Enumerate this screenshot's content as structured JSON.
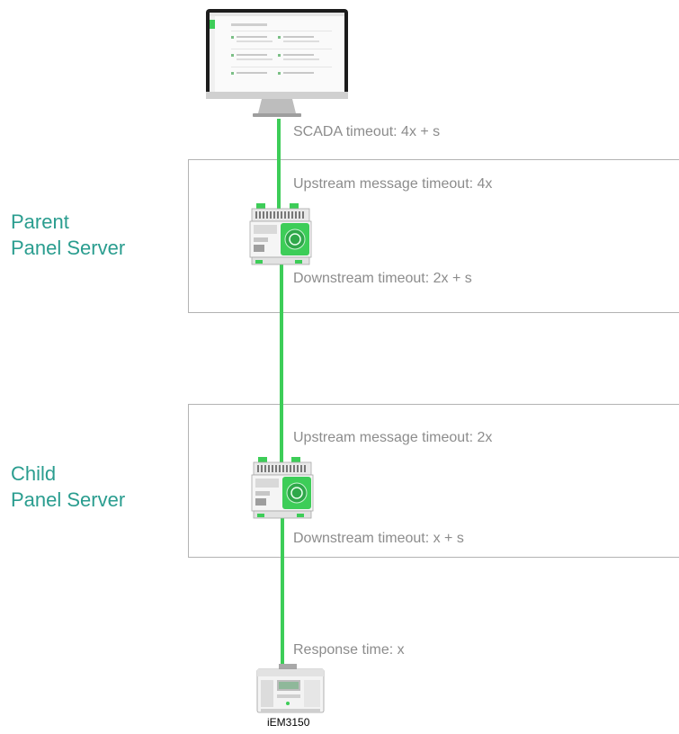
{
  "workstation": {
    "icon": "monitor-icon",
    "scada_timeout": "SCADA timeout: 4x + s"
  },
  "parent": {
    "title_line1": "Parent",
    "title_line2": "Panel Server",
    "upstream": "Upstream message timeout: 4x",
    "downstream": "Downstream timeout: 2x + s",
    "icon": "panel-server-icon"
  },
  "child": {
    "title_line1": "Child",
    "title_line2": "Panel Server",
    "upstream": "Upstream message timeout: 2x",
    "downstream": "Downstream timeout: x + s",
    "icon": "panel-server-icon"
  },
  "meter": {
    "response": "Response time: x",
    "label": "iEM3150",
    "icon": "energy-meter-icon"
  },
  "colors": {
    "link": "#3dcd58",
    "title": "#2a9d8f",
    "note": "#8c8c8c",
    "border": "#b3b3b3"
  }
}
